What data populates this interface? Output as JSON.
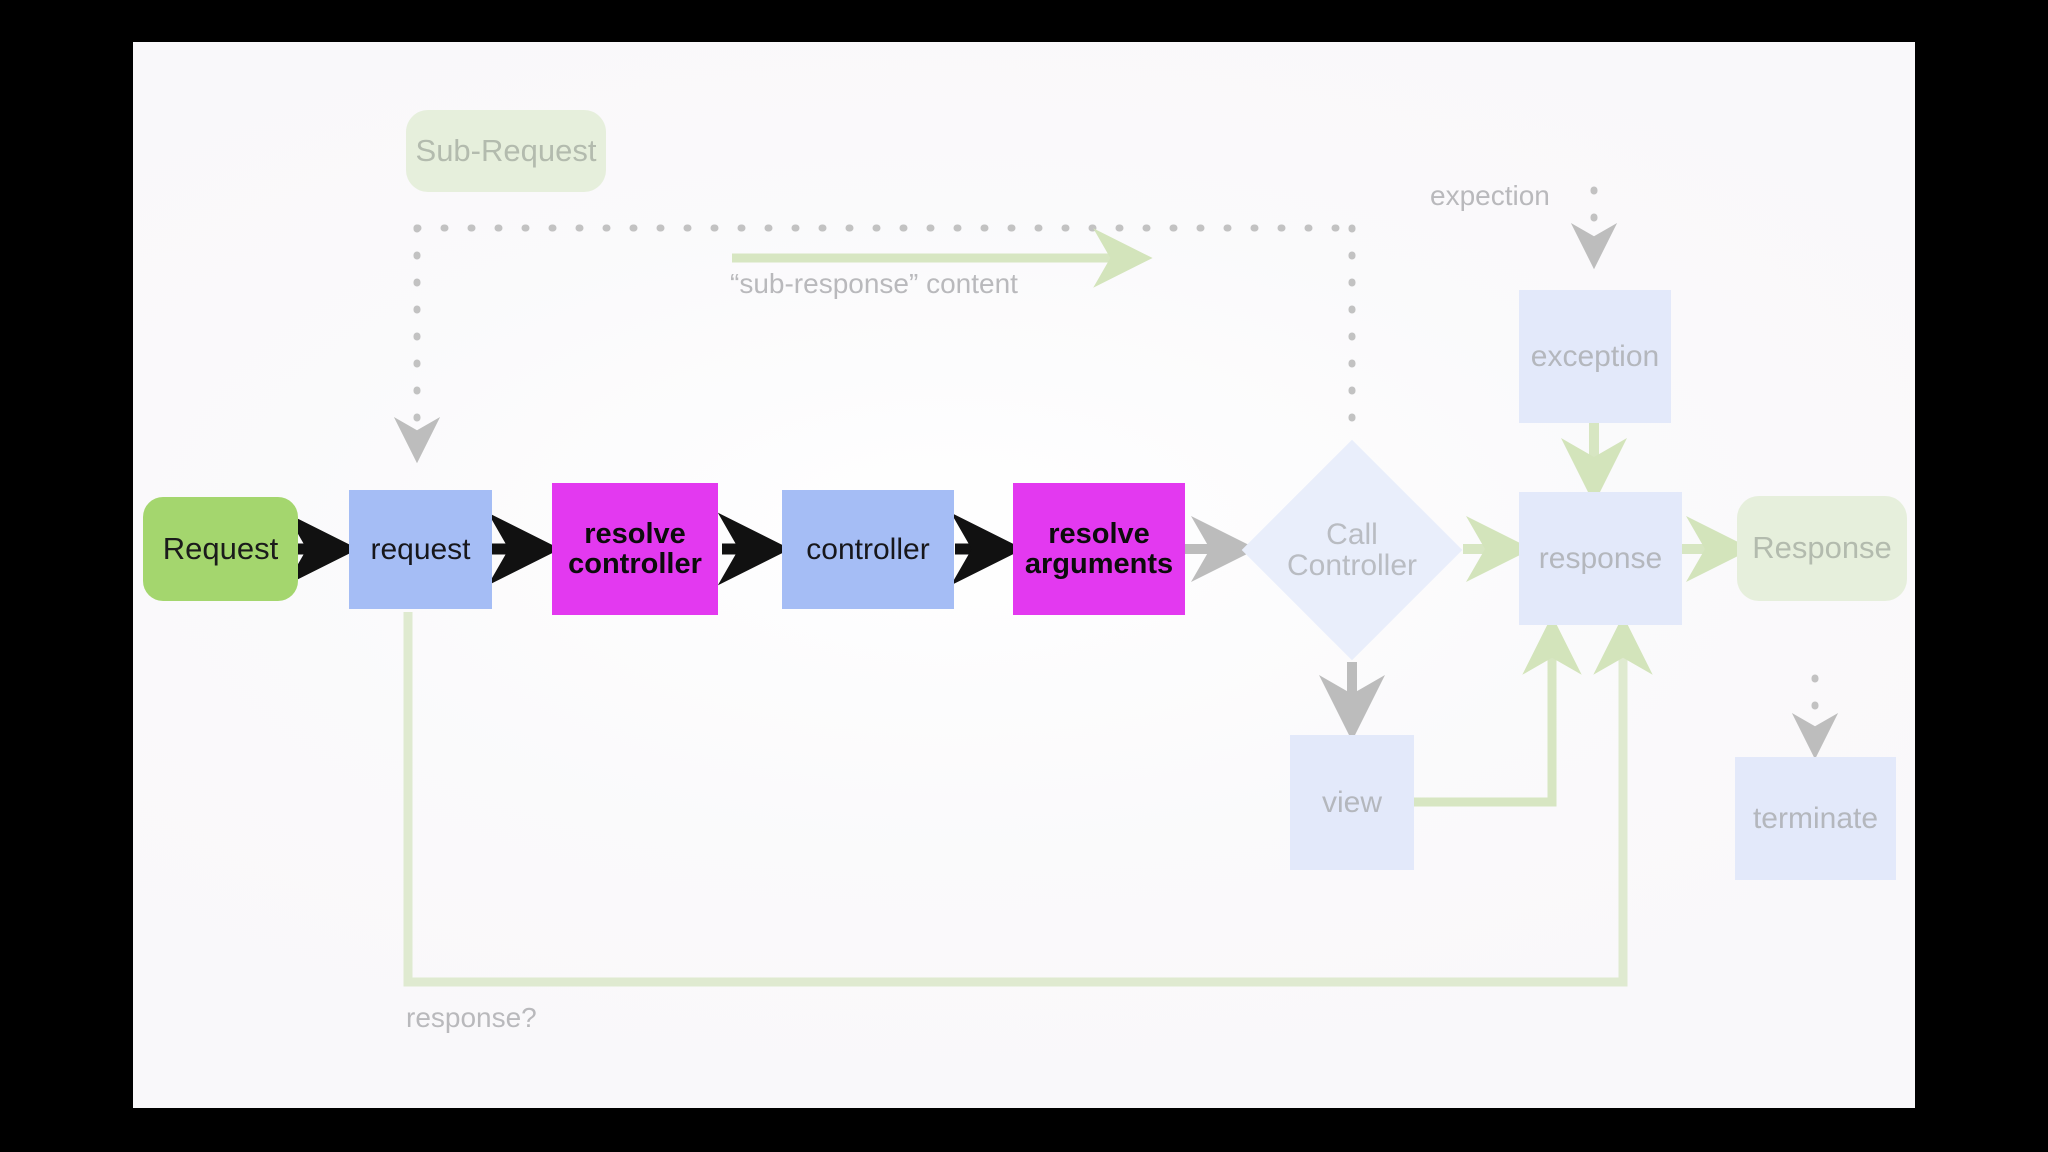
{
  "slide": {
    "background": "#000000",
    "panel_background": "#f9f8fa"
  },
  "palette": {
    "active_green": "#a4d66e",
    "active_blue": "#a5bdf5",
    "active_magenta": "#e339f0",
    "ghost_green": "#e6efdc",
    "ghost_blue": "#e3e9fa",
    "ghost_text": "#b6b9be",
    "arrow_black": "#111111",
    "arrow_grey": "#b9b9b9",
    "arrow_green": "#d7e6c2",
    "dotted_grey": "#c2c2c2"
  },
  "nodes": {
    "sub_request": {
      "label": "Sub-Request",
      "shape": "rounded-rect",
      "state": "ghost"
    },
    "request_external": {
      "label": "Request",
      "shape": "rounded-rect",
      "state": "active"
    },
    "request": {
      "label": "request",
      "shape": "rect",
      "state": "active"
    },
    "resolve_controller": {
      "label_line1": "resolve",
      "label_line2": "controller",
      "shape": "rect",
      "state": "active"
    },
    "controller": {
      "label": "controller",
      "shape": "rect",
      "state": "active"
    },
    "resolve_arguments": {
      "label_line1": "resolve",
      "label_line2": "arguments",
      "shape": "rect",
      "state": "active"
    },
    "call_controller": {
      "label_line1": "Call",
      "label_line2": "Controller",
      "shape": "diamond",
      "state": "ghost"
    },
    "exception": {
      "label": "exception",
      "shape": "rect",
      "state": "ghost"
    },
    "response": {
      "label": "response",
      "shape": "rect",
      "state": "ghost"
    },
    "response_external": {
      "label": "Response",
      "shape": "rounded-rect",
      "state": "ghost"
    },
    "view": {
      "label": "view",
      "shape": "rect",
      "state": "ghost"
    },
    "terminate": {
      "label": "terminate",
      "shape": "rect",
      "state": "ghost"
    }
  },
  "edge_labels": {
    "sub_response_content": "“sub-response” content",
    "expection": "expection",
    "response_question": "response?"
  }
}
